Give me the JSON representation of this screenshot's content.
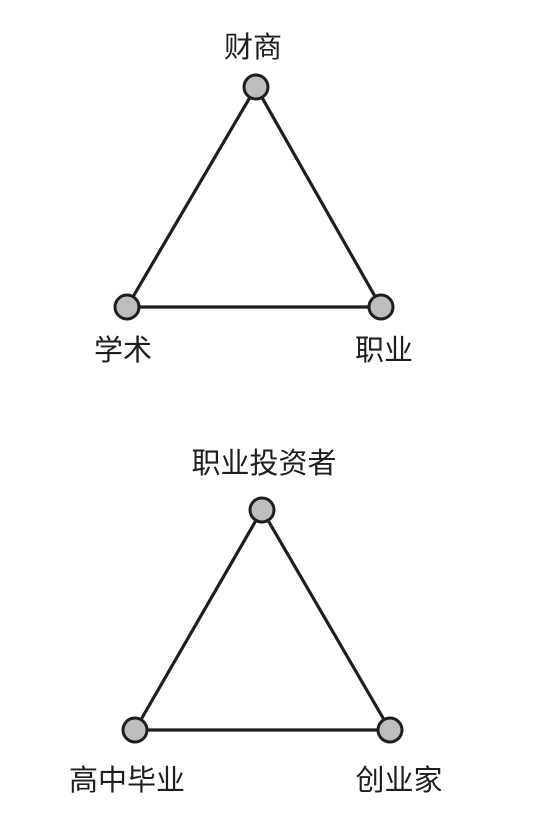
{
  "diagrams": [
    {
      "nodes": {
        "top": "财商",
        "left": "学术",
        "right": "职业"
      },
      "edges": [
        [
          "top",
          "left"
        ],
        [
          "top",
          "right"
        ],
        [
          "left",
          "right"
        ]
      ]
    },
    {
      "nodes": {
        "top": "职业投资者",
        "left": "高中毕业",
        "right": "创业家"
      },
      "edges": [
        [
          "top",
          "left"
        ],
        [
          "top",
          "right"
        ],
        [
          "left",
          "right"
        ]
      ]
    }
  ],
  "colors": {
    "line": "#1e1e1e",
    "node_fill": "#bdbdbd",
    "background": "#ffffff"
  }
}
